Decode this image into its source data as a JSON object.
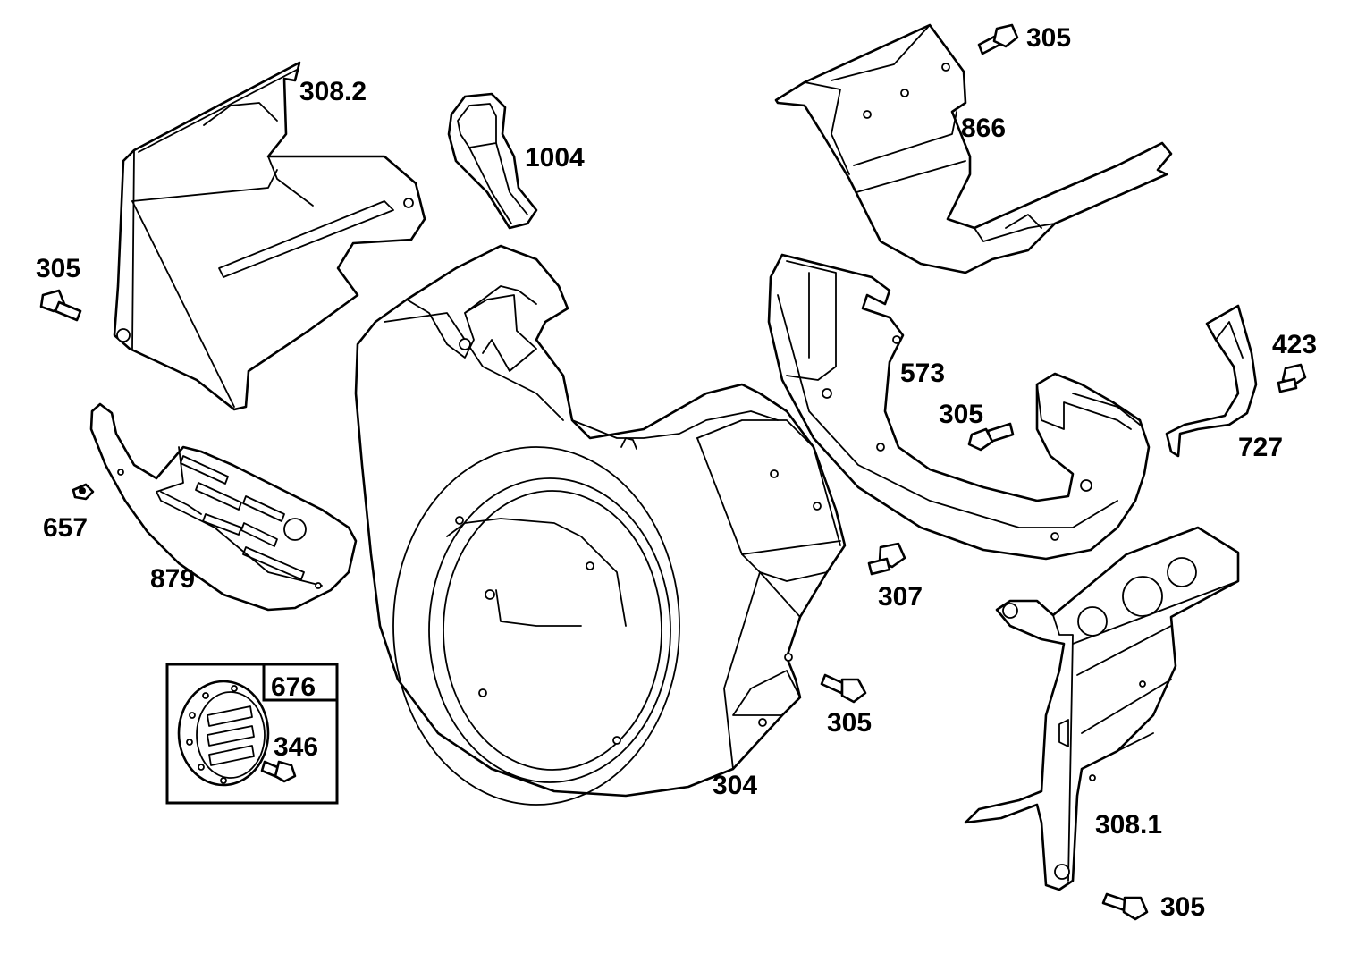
{
  "colors": {
    "line": "#000000",
    "background": "#ffffff"
  },
  "labels": {
    "l305_top": "305",
    "l308_2": "308.2",
    "l1004": "1004",
    "l866": "866",
    "l305_left": "305",
    "l573": "573",
    "l423": "423",
    "l305_mid": "305",
    "l727": "727",
    "l657": "657",
    "l879": "879",
    "l307": "307",
    "l676": "676",
    "l346": "346",
    "l305_lower": "305",
    "l304": "304",
    "l308_1": "308.1",
    "l305_bottom": "305"
  }
}
